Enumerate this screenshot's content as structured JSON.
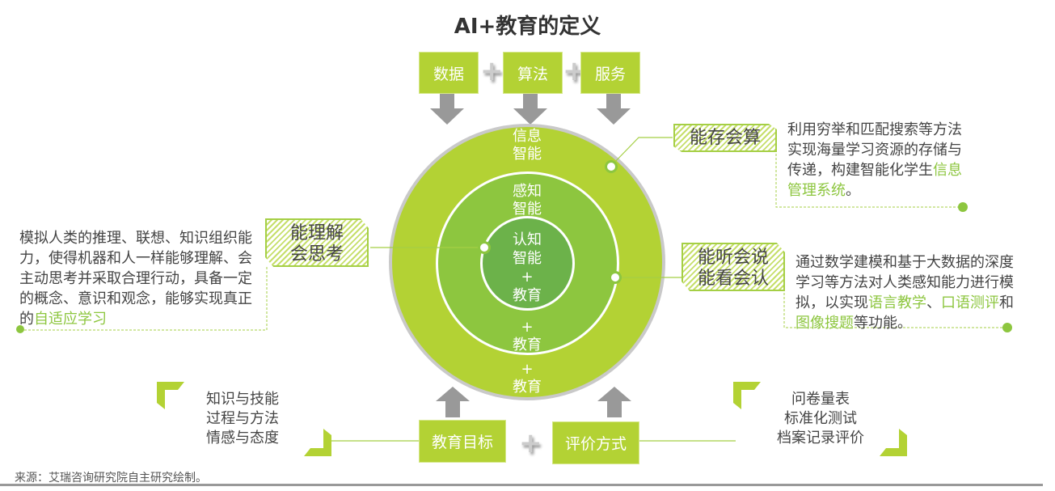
{
  "title": "AI+教育的定义",
  "top_boxes": [
    "数据",
    "算法",
    "服务"
  ],
  "rings": {
    "outer": [
      "信息",
      "智能",
      "+",
      "教育"
    ],
    "middle": [
      "感知",
      "智能",
      "+",
      "教育"
    ],
    "inner": [
      "认知",
      "智能",
      "+",
      "教育"
    ]
  },
  "tags": {
    "store": "能存会算",
    "listen": [
      "能听会说",
      "能看会认"
    ],
    "think": [
      "能理解",
      "会思考"
    ]
  },
  "desc_store": {
    "pre": "利用穷举和匹配搜索等方法实现海量学习资源的存储与传递，构建智能化学生",
    "hl": "信息管理系统",
    "post": "。"
  },
  "desc_listen": {
    "pre": "通过数学建模和基于大数据的深度学习等方法对人类感知能力进行模拟，以实现",
    "hl1": "语言教学",
    "mid1": "、",
    "hl2": "口语测评",
    "mid2": "和",
    "hl3": "图像搜题",
    "post": "等功能。"
  },
  "desc_think": {
    "pre": "模拟人类的推理、联想、知识组织能力，使得机器和人一样能够理解、会主动思考并采取合理行动，具备一定的概念、意识和观念，能够实现真正的",
    "hl": "自适应学习"
  },
  "bottom_boxes": [
    "教育目标",
    "评价方式"
  ],
  "left_list": [
    "知识与技能",
    "过程与方法",
    "情感与态度"
  ],
  "right_list": [
    "问卷量表",
    "标准化测试",
    "档案记录评价"
  ],
  "source": "来源：艾瑞咨询研究院自主研究绘制。",
  "colors": {
    "outer": "#b3d234",
    "middle": "#8dc63f",
    "inner": "#6cb24a"
  }
}
